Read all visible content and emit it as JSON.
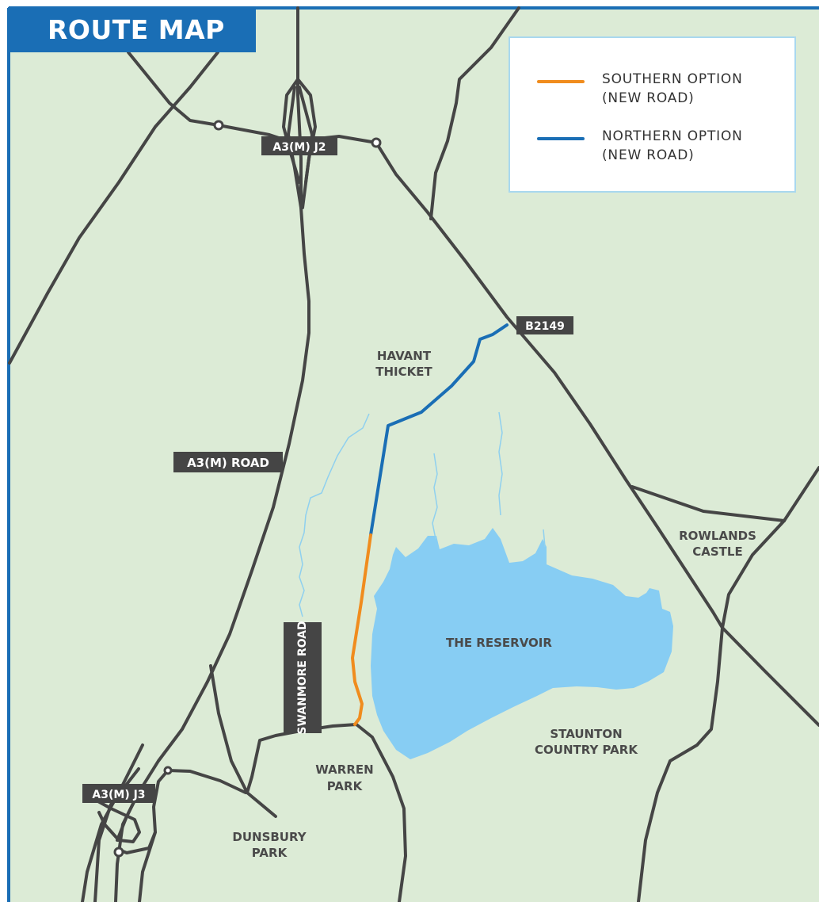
{
  "title": "ROUTE MAP",
  "colors": {
    "land": "#dcebd6",
    "frame": "#1a6eb5",
    "road": "#454545",
    "water": "#87cdf3",
    "stream": "#8fd0ef",
    "southern_route": "#f08c1e",
    "northern_route": "#1a6eb5",
    "label_box": "#454545",
    "label_box_text": "#ffffff",
    "place_label": "#4a4a4a"
  },
  "legend": {
    "southern": {
      "label": "SOUTHERN OPTION\n(NEW ROAD)",
      "color": "#f08c1e"
    },
    "northern": {
      "label": "NORTHERN OPTION\n(NEW ROAD)",
      "color": "#1a6eb5"
    }
  },
  "road_labels": {
    "a3m_j2": "A3(M) J2",
    "b2149": "B2149",
    "a3m_road": "A3(M) ROAD",
    "swanmore_road": "SWANMORE ROAD",
    "a3m_j3": "A3(M) J3"
  },
  "places": {
    "havant_thicket": [
      "HAVANT",
      "THICKET"
    ],
    "rowlands_castle": [
      "ROWLANDS",
      "CASTLE"
    ],
    "reservoir": "THE RESERVOIR",
    "staunton": [
      "STAUNTON",
      "COUNTRY PARK"
    ],
    "warren_park": [
      "WARREN",
      "PARK"
    ],
    "dunsbury_park": [
      "DUNSBURY",
      "PARK"
    ]
  }
}
